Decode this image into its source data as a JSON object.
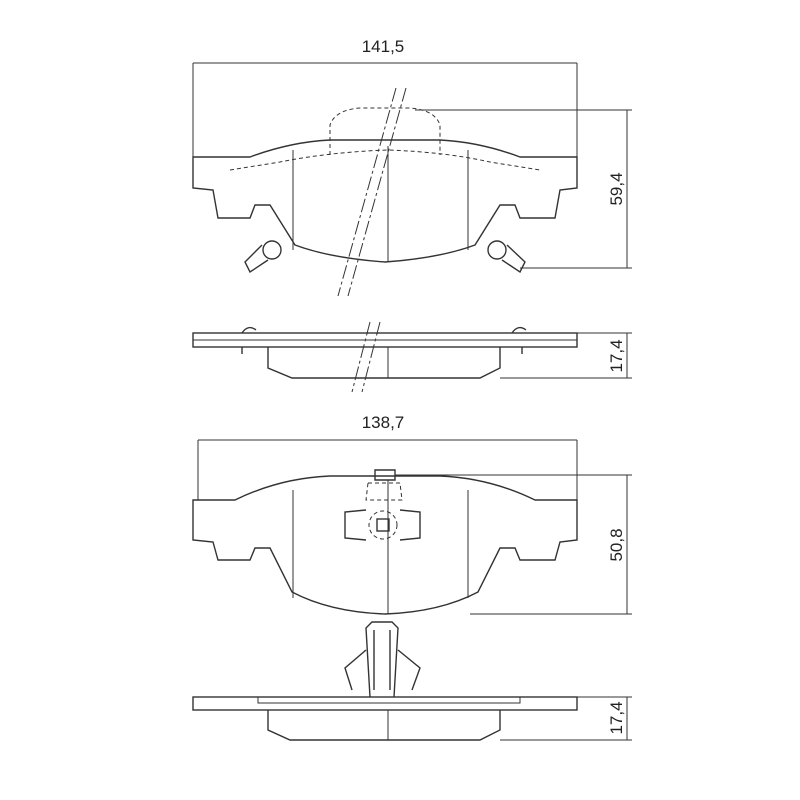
{
  "dimensions": {
    "top_pad_width": "141,5",
    "top_pad_height": "59,4",
    "top_pad_thickness": "17,4",
    "bottom_pad_width": "138,7",
    "bottom_pad_height": "50,8",
    "bottom_pad_thickness": "17,4"
  }
}
